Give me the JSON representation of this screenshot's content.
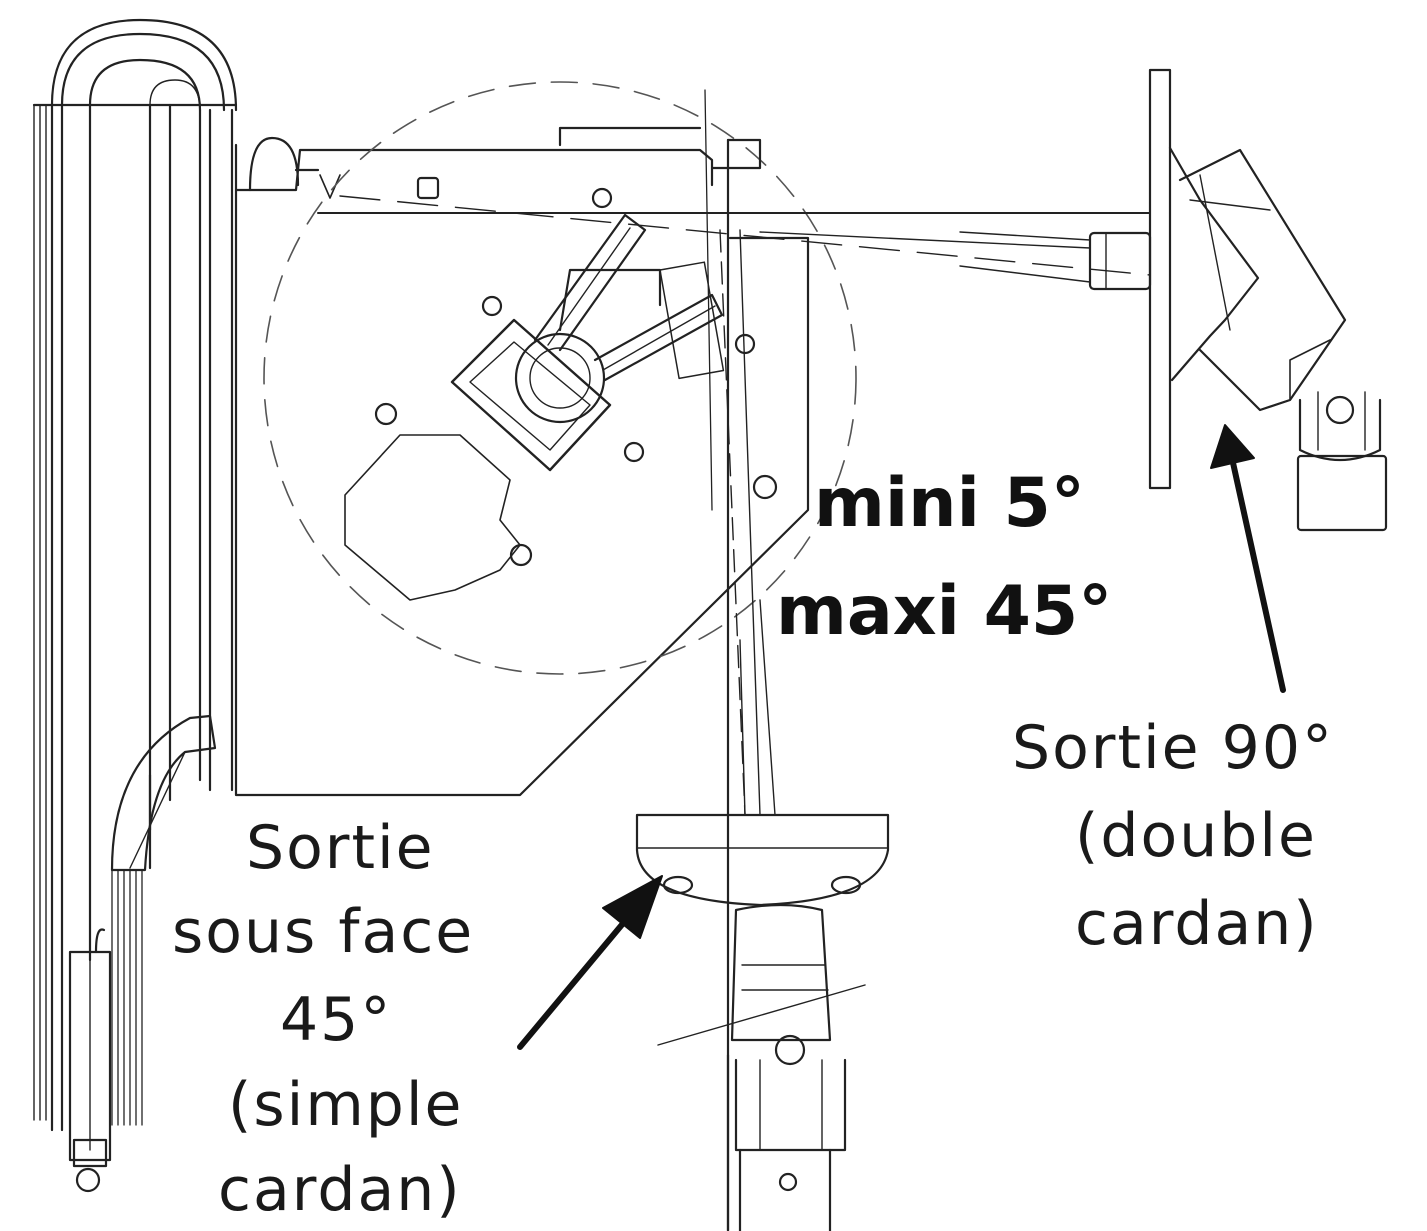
{
  "labels": {
    "angle_min": "mini 5°",
    "angle_max": "maxi 45°",
    "underside_exit": [
      "Sortie",
      "sous face",
      "45°",
      "(simple",
      "cardan)"
    ],
    "side_exit": [
      "Sortie 90°",
      "(double",
      "cardan)"
    ]
  },
  "colors": {
    "ink": "#222222",
    "text": "#1a1a1a",
    "paper": "#ffffff"
  }
}
